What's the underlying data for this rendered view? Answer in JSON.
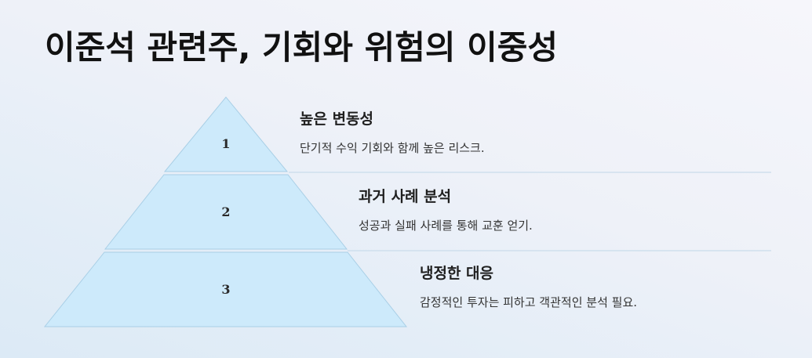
{
  "header": {
    "title": "이준석 관련주, 기회와 위험의 이중성"
  },
  "pyramid": {
    "tiers": [
      {
        "number": "1",
        "title": "높은 변동성",
        "description": "단기적 수익 기회와 함께 높은 리스크."
      },
      {
        "number": "2",
        "title": "과거 사례 분석",
        "description": "성공과 실패 사례를 통해 교훈 얻기."
      },
      {
        "number": "3",
        "title": "냉정한 대응",
        "description": "감정적인 투자는 피하고 객관적인 분석 필요."
      }
    ]
  },
  "colors": {
    "tier_fill": "#cdeafb",
    "tier_stroke": "#a9cfe6",
    "divider": "#c9dceb",
    "title_text": "#111111"
  }
}
